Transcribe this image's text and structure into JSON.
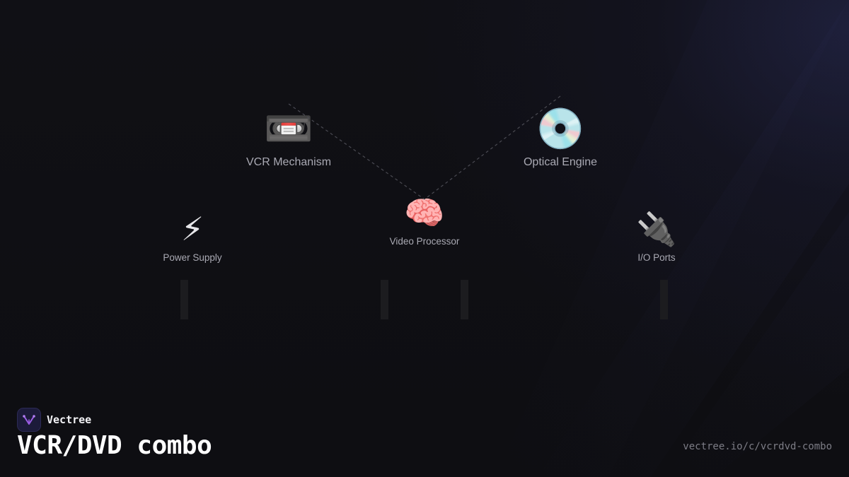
{
  "diagram": {
    "nodes": {
      "vcr_mechanism": {
        "icon": "videocassette-icon",
        "glyph": "📼",
        "label": "VCR Mechanism"
      },
      "optical_engine": {
        "icon": "optical-disc-icon",
        "glyph": "💿",
        "label": "Optical Engine"
      },
      "video_processor": {
        "icon": "brain-icon",
        "glyph": "🧠",
        "label": "Video Processor"
      },
      "power_supply": {
        "icon": "lightning-bolt-icon",
        "glyph": "⚡",
        "label": "Power Supply"
      },
      "io_ports": {
        "icon": "electric-plug-icon",
        "glyph": "🔌",
        "label": "I/O Ports"
      }
    },
    "connections": [
      {
        "from": "vcr_mechanism",
        "to": "video_processor",
        "style": "dashed"
      },
      {
        "from": "optical_engine",
        "to": "video_processor",
        "style": "dashed"
      }
    ]
  },
  "brand": {
    "name": "Vectree",
    "logo_icon": "vectree-logo-icon"
  },
  "page": {
    "title": "VCR/DVD combo",
    "url": "vectree.io/c/vcrdvd-combo"
  },
  "colors": {
    "background": "#0f0f13",
    "label": "#a9a9b3",
    "title": "#ffffff",
    "url": "#7d7d86",
    "logo_bg": "#1c1b3a",
    "logo_mark": "#9b5de5",
    "connector": "#4a4a52"
  }
}
